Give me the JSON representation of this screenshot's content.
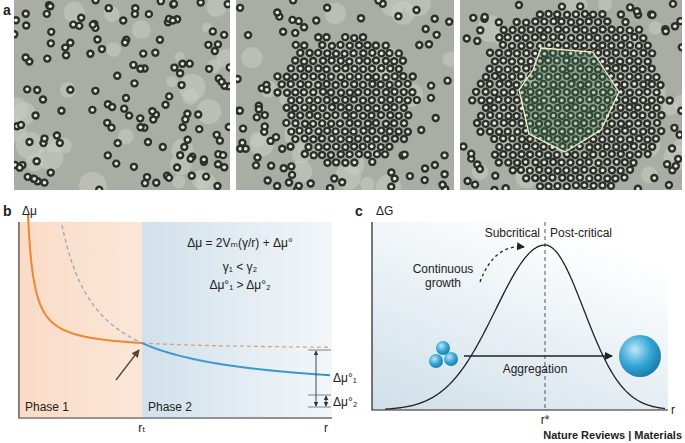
{
  "diagram": {
    "nodes": [
      {
        "text": [
          "Phase 1"
        ]
      },
      {
        "text": [
          "Phase 2"
        ]
      }
    ],
    "labels": [
      "a",
      "b",
      "Δμ",
      "Δμ = 2Vₘ(γ/r) + Δμ°",
      "γ₁ < γ₂",
      "Δμ°₁ > Δμ°₂",
      "rₜ",
      "r",
      "Δμ°₁",
      "Δμ°₂",
      "c",
      "ΔG",
      "Subcritical",
      "Post-critical",
      "Continuous growth",
      "Aggregation",
      "r*",
      "r",
      "Nature Reviews | Materials"
    ]
  }
}
